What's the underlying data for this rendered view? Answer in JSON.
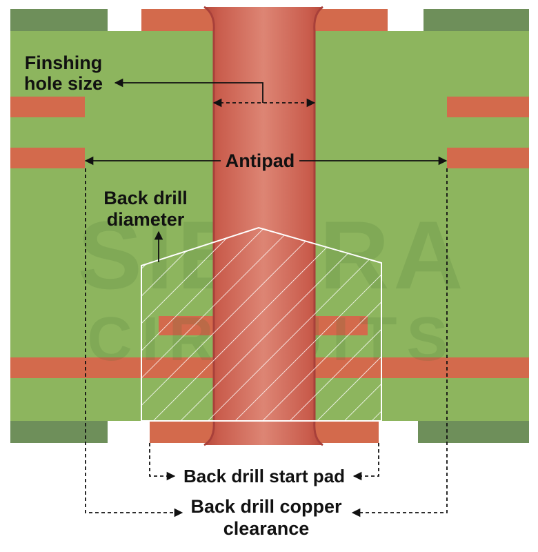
{
  "labels": {
    "finishing_hole_size_line1": "Finshing",
    "finishing_hole_size_line2": "hole size",
    "antipad": "Antipad",
    "back_drill_diameter_line1": "Back drill",
    "back_drill_diameter_line2": "diameter",
    "back_drill_start_pad": "Back drill start pad",
    "back_drill_copper_clearance_line1": "Back drill copper",
    "back_drill_copper_clearance_line2": "clearance"
  },
  "watermark": {
    "line1": "SIERRA",
    "line2": "CIRCUITS"
  },
  "colors": {
    "board_green": "#8db55e",
    "surface_dark_green": "#6e8f5a",
    "copper": "#d36a4c",
    "via_barrel": "#cf7060",
    "via_barrel_edge": "#b24a3c",
    "back_drill_outline": "#ffffff",
    "arrow": "#111111",
    "background": "#ffffff"
  }
}
